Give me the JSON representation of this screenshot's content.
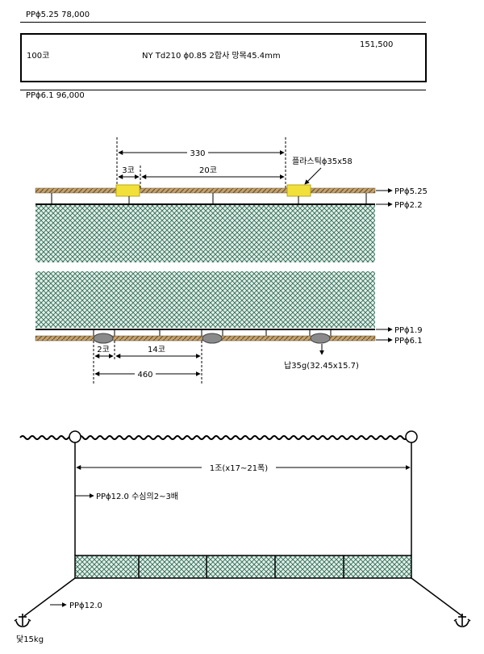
{
  "header": {
    "top_label": "PPϕ5.25  78,000",
    "bottom_label": "PPϕ6.1  96,000"
  },
  "spec": {
    "count": "100코",
    "description": "NY Td210 ϕ0.85 2합사 망목45.4mm",
    "price": "151,500"
  },
  "diagram": {
    "dim_total_top": "330",
    "dim_float_gap": "3코",
    "dim_span_top": "20코",
    "float_label": "플라스틱ϕ35x58",
    "rope_top": "PPϕ5.25",
    "rope_top_inner": "PPϕ2.2",
    "rope_bottom_inner": "PPϕ1.9",
    "rope_bottom": "PPϕ6.1",
    "dim_sinker_gap": "2코",
    "dim_span_bottom": "14코",
    "dim_total_bottom": "460",
    "sinker_label": "납35g(32.45x15.7)"
  },
  "setup": {
    "span_label": "1조(x17~21폭)",
    "buoy_line_label": "PPϕ12.0  수심의2~3배",
    "anchor_line_label": "PPϕ12.0",
    "anchor_label": "닻15kg"
  },
  "colors": {
    "rope": "#c4a26e",
    "rope_dark": "#6b5430",
    "net": "#2e6e5a",
    "net_bg": "#e6efe9",
    "float": "#f2e03a",
    "sinker": "#8a8a8a"
  }
}
